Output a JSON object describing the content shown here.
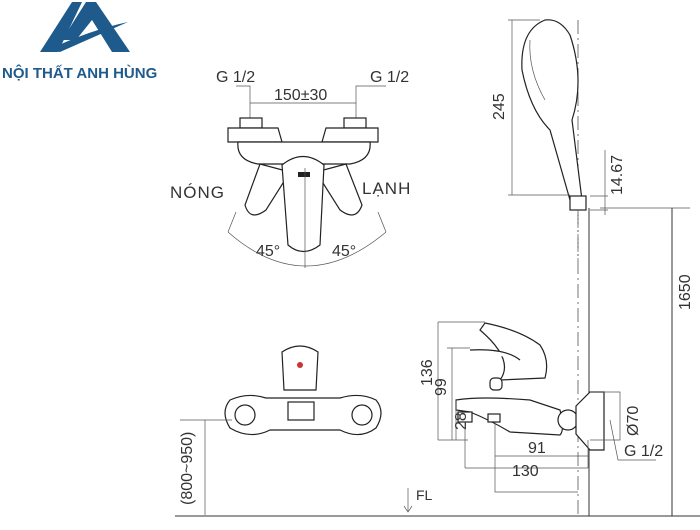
{
  "brand": {
    "name": "NỘI THẤT ANH HÙNG",
    "color": "#1f5a8c"
  },
  "top_view": {
    "inlet_left": "G 1/2",
    "inlet_right": "G 1/2",
    "spacing": "150±30",
    "hot_label": "NÓNG",
    "cold_label": "LẠNH",
    "angle_left": "45°",
    "angle_right": "45°"
  },
  "front_view": {
    "height_range": "(800~950)"
  },
  "shower": {
    "head_length": "245",
    "holder": "14.67",
    "mount_height": "1650"
  },
  "side_view": {
    "height_handle": "136",
    "height_body": "99",
    "height_spout": "28",
    "depth_short": "91",
    "depth_long": "130",
    "flange_diameter": "Ø70",
    "thread": "G 1/2",
    "floor_level": "FL"
  }
}
